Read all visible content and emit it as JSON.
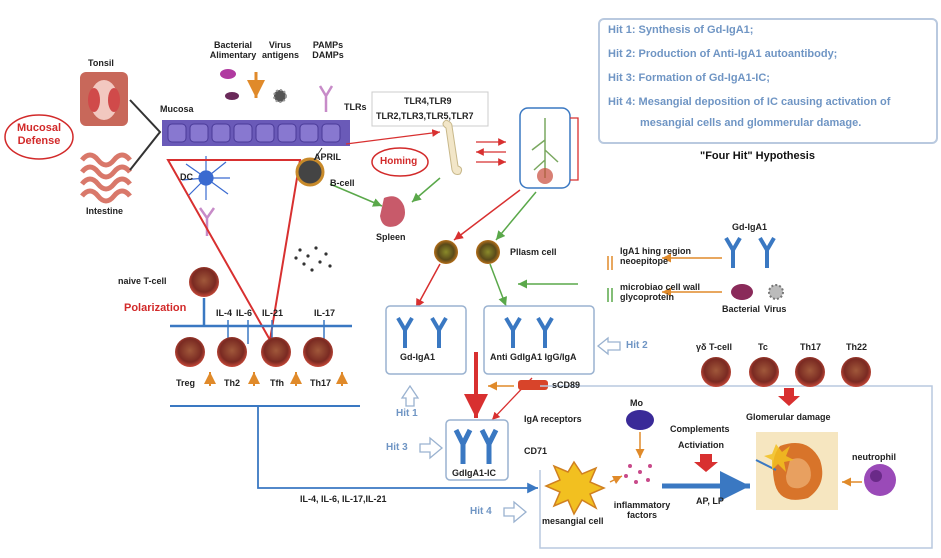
{
  "hypothesis": {
    "hits": [
      "Hit 1: Synthesis of Gd-IgA1;",
      "Hit 2: Production of Anti-IgA1 autoantibody;",
      "Hit 3: Formation of Gd-IgA1-IC;",
      "Hit 4: Mesangial deposition of IC causing activation of",
      "mesangial cells and glommerular damage."
    ],
    "caption": "\"Four Hit\" Hypothesis"
  },
  "mucosal": {
    "defense_label": "Mucosal Defense",
    "tonsil": "Tonsil",
    "intestine": "Intestine",
    "mucosa": "Mucosa",
    "bacterial_alimentary": "Bacterial Alimentary",
    "virus_antigens": "Virus antigens",
    "pamps_damps": "PAMPs DAMPs",
    "tlrs": "TLRs",
    "tlr_line1": "TLR4,TLR9",
    "tlr_line2": "TLR2,TLR3,TLR5,TLR7",
    "april": "APRIL",
    "b_cell": "B-cell",
    "dc": "DC",
    "homing": "Homing",
    "spleen": "Spleen"
  },
  "tcell": {
    "naive": "naive T-cell",
    "polarization": "Polarization",
    "cytokines": [
      "IL-4",
      "IL-6",
      "IL-21",
      "IL-17"
    ],
    "subsets": [
      "Treg",
      "Th2",
      "Tfh",
      "Th17"
    ],
    "cytokine_output": "IL-4, IL-6, IL-17,IL-21"
  },
  "plasma": {
    "plasm_cell": "Pllasm cell",
    "epitope": "IgA1 hing region neoepitope",
    "microbial": "microbiao cell wall glycoprotein",
    "gd_iga1_top": "Gd-IgA1",
    "bacterial": "Bacterial",
    "virus": "Virus",
    "gd_iga1_box": "Gd-IgA1",
    "anti_box": "Anti GdIgA1 IgG/IgA",
    "scd89": "sCD89",
    "iga_receptors": "IgA receptors",
    "cd71": "CD71",
    "complex": "GdIgA1-IC"
  },
  "hits": {
    "hit1": "Hit 1",
    "hit2": "Hit 2",
    "hit3": "Hit 3",
    "hit4": "Hit 4"
  },
  "kidney": {
    "yd_tcell": "γδ T-cell",
    "tc": "Tc",
    "th17": "Th17",
    "th22": "Th22",
    "mo": "Mo",
    "complements": "Complements",
    "activation": "Activiation",
    "ap_lp": "AP, LP",
    "glomerular": "Glomerular damage",
    "neutrophil": "neutrophil",
    "mesangial": "mesangial cell",
    "inflammatory": "inflammatory factors"
  }
}
